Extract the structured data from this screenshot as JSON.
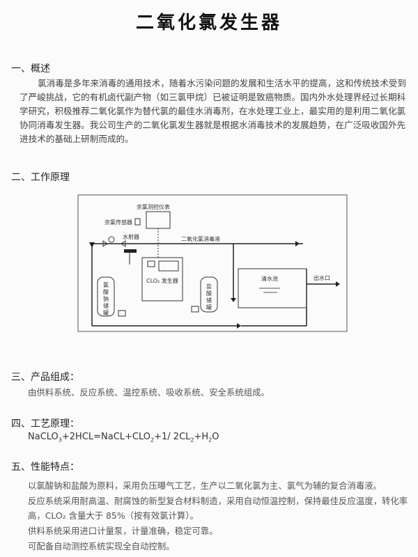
{
  "title": "二氧化氯发生器",
  "sections": {
    "overview": {
      "heading": "一、概述",
      "text": "氯消毒是多年来消毒的通用技术，随着水污染问题的发展和生活水平的提高，这和传统技术受到了严峻挑战，它的有机卤代副产物（如三氯甲烷）已被证明是致癌物质。国内外水处理界经过长期科学研究，积极推荐二氧化氯作为替代氯的最佳水消毒剂，在水处理工业上，最实用的是利用二氧化氯协同消毒发生器。我公司生产的二氧化氯发生器就是根据水消毒技术的发展趋势，在广泛吸收国外先进技术的基础上研制而成的。"
    },
    "principle": {
      "heading": "二、工作原理"
    },
    "composition": {
      "heading": "三、产品组成：",
      "text": "由供料系统、反应系统、温控系统、吸收系统、安全系统组成。"
    },
    "process": {
      "heading": "四、工艺原理：",
      "formula": {
        "p1": "NaCLO",
        "s1": "3",
        "p2": "+2HCL=NaCL+CLO",
        "s2": "2",
        "p3": "+1/ 2CL",
        "s3": "2",
        "p4": "+H",
        "s4": "2",
        "p5": "O"
      }
    },
    "features": {
      "heading": "五、性能特点：",
      "lines": [
        "以氯酸钠和盐酸为原料，采用负压曝气工艺，生产以二氧化氯为主、氯气为辅的复合消毒液。",
        "反应系统采用耐高温、耐腐蚀的新型复合材料制造，采用自动恒温控制，保持最佳反应温度，转化率",
        "高，CLO₂ 含量大于 85%（按有效氯计算）。",
        "供料系统采用进口计量泵，计量准确，稳定可靠。",
        "可配备自动测控系统实现全自动控制。"
      ]
    }
  },
  "diagram": {
    "residual_meter": "余氯测控仪表",
    "residual_sensor": "余氯传感器",
    "ejector": "水射器",
    "pipe_label": "二氧化氯消毒液",
    "generator": "CLO₂ 发生器",
    "clear_pool": "清水池",
    "outlet": "出水口",
    "tank_left": [
      "氯",
      "酸",
      "钠",
      "储",
      "罐"
    ],
    "tank_right": [
      "盐",
      "酸",
      "储",
      "罐"
    ]
  }
}
